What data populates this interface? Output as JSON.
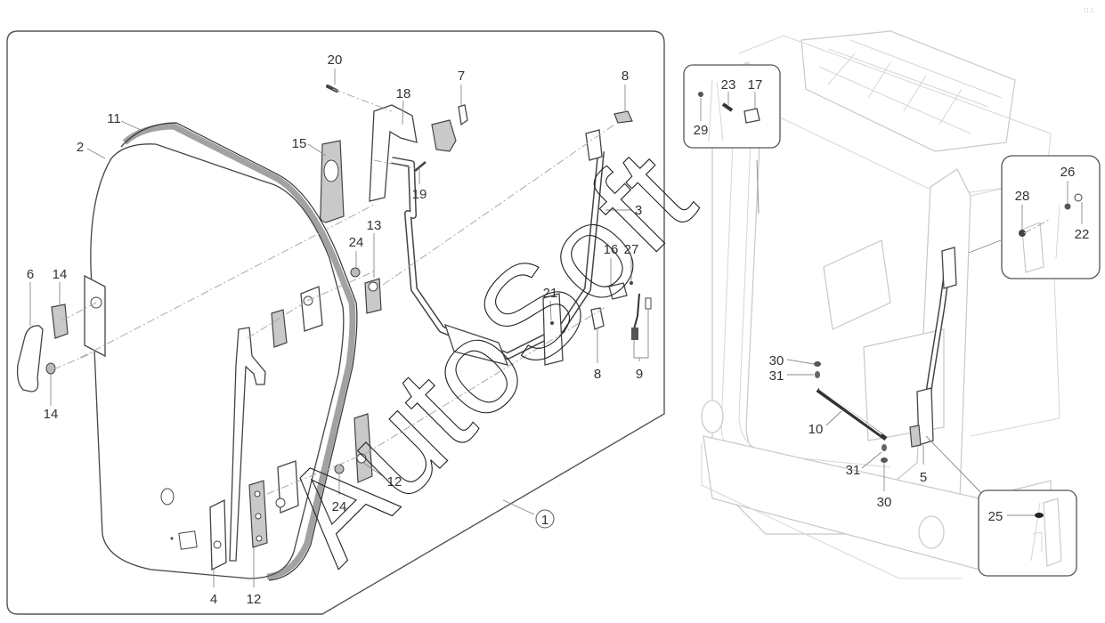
{
  "diagram": {
    "title": "Cab door assembly – exploded parts view",
    "assembly_reference": "1",
    "watermark": "AutoSoft",
    "corner_mark": "∷ ∴",
    "callouts_door_panel": [
      {
        "id": "c20",
        "label": "20"
      },
      {
        "id": "c18",
        "label": "18"
      },
      {
        "id": "c7",
        "label": "7"
      },
      {
        "id": "c8a",
        "label": "8"
      },
      {
        "id": "c11",
        "label": "11"
      },
      {
        "id": "c2",
        "label": "2"
      },
      {
        "id": "c15",
        "label": "15"
      },
      {
        "id": "c19",
        "label": "19"
      },
      {
        "id": "c3",
        "label": "3"
      },
      {
        "id": "c13",
        "label": "13"
      },
      {
        "id": "c24a",
        "label": "24"
      },
      {
        "id": "c16",
        "label": "16"
      },
      {
        "id": "c27",
        "label": "27"
      },
      {
        "id": "c21",
        "label": "21"
      },
      {
        "id": "c6",
        "label": "6"
      },
      {
        "id": "c14a",
        "label": "14"
      },
      {
        "id": "c14b",
        "label": "14"
      },
      {
        "id": "c8b",
        "label": "8"
      },
      {
        "id": "c9",
        "label": "9"
      },
      {
        "id": "c12a",
        "label": "12"
      },
      {
        "id": "c24b",
        "label": "24"
      },
      {
        "id": "c4",
        "label": "4"
      },
      {
        "id": "c12b",
        "label": "12"
      }
    ],
    "callouts_cab": [
      {
        "id": "c23",
        "label": "23"
      },
      {
        "id": "c17",
        "label": "17"
      },
      {
        "id": "c29",
        "label": "29"
      },
      {
        "id": "c26",
        "label": "26"
      },
      {
        "id": "c28",
        "label": "28"
      },
      {
        "id": "c22",
        "label": "22"
      },
      {
        "id": "c30a",
        "label": "30"
      },
      {
        "id": "c31a",
        "label": "31"
      },
      {
        "id": "c10",
        "label": "10"
      },
      {
        "id": "c31b",
        "label": "31"
      },
      {
        "id": "c5",
        "label": "5"
      },
      {
        "id": "c30b",
        "label": "30"
      },
      {
        "id": "c25",
        "label": "25"
      }
    ]
  }
}
